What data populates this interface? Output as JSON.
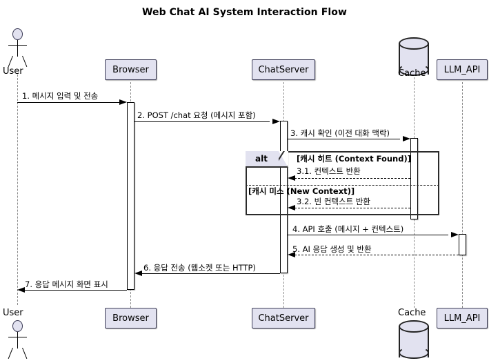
{
  "diagram": {
    "title": "Web Chat AI System Interaction Flow",
    "type": "uml-sequence-diagram"
  },
  "participants": [
    {
      "id": "user",
      "label": "User",
      "shape": "actor"
    },
    {
      "id": "browser",
      "label": "Browser",
      "shape": "box"
    },
    {
      "id": "chatserver",
      "label": "ChatServer",
      "shape": "box"
    },
    {
      "id": "cache",
      "label": "Cache",
      "shape": "database"
    },
    {
      "id": "llm",
      "label": "LLM_API",
      "shape": "box"
    }
  ],
  "messages": [
    {
      "n": "1",
      "label": "1. 메시지 입력 및 전송",
      "from": "user",
      "to": "browser",
      "style": "solid"
    },
    {
      "n": "2",
      "label": "2. POST /chat 요청 (메시지 포함)",
      "from": "browser",
      "to": "chatserver",
      "style": "solid"
    },
    {
      "n": "3",
      "label": "3. 캐시 확인 (이전 대화 맥락)",
      "from": "chatserver",
      "to": "cache",
      "style": "solid"
    },
    {
      "n": "3.1",
      "label": "3.1. 컨텍스트 반환",
      "from": "cache",
      "to": "chatserver",
      "style": "dashed"
    },
    {
      "n": "3.2",
      "label": "3.2. 빈 컨텍스트 반환",
      "from": "cache",
      "to": "chatserver",
      "style": "dashed"
    },
    {
      "n": "4",
      "label": "4. API 호출 (메시지 + 컨텍스트)",
      "from": "chatserver",
      "to": "llm",
      "style": "solid"
    },
    {
      "n": "5",
      "label": "5. AI 응답 생성 및 반환",
      "from": "llm",
      "to": "chatserver",
      "style": "dashed"
    },
    {
      "n": "6",
      "label": "6. 응답 전송 (웹소켓 또는 HTTP)",
      "from": "chatserver",
      "to": "browser",
      "style": "solid"
    },
    {
      "n": "7",
      "label": "7. 응답 메시지 화면 표시",
      "from": "browser",
      "to": "user",
      "style": "solid"
    }
  ],
  "fragment": {
    "operator": "alt",
    "guard_1": "[캐시 히트 (Context Found)]",
    "guard_2": "[캐시 미스 (New Context)]"
  },
  "colors": {
    "participant_fill": "#e2e2f0",
    "participant_border": "#3a3a55",
    "lifeline": "#8a8a8a",
    "line": "#000000",
    "fragment_border": "#2b2b2b",
    "background": "#ffffff"
  }
}
